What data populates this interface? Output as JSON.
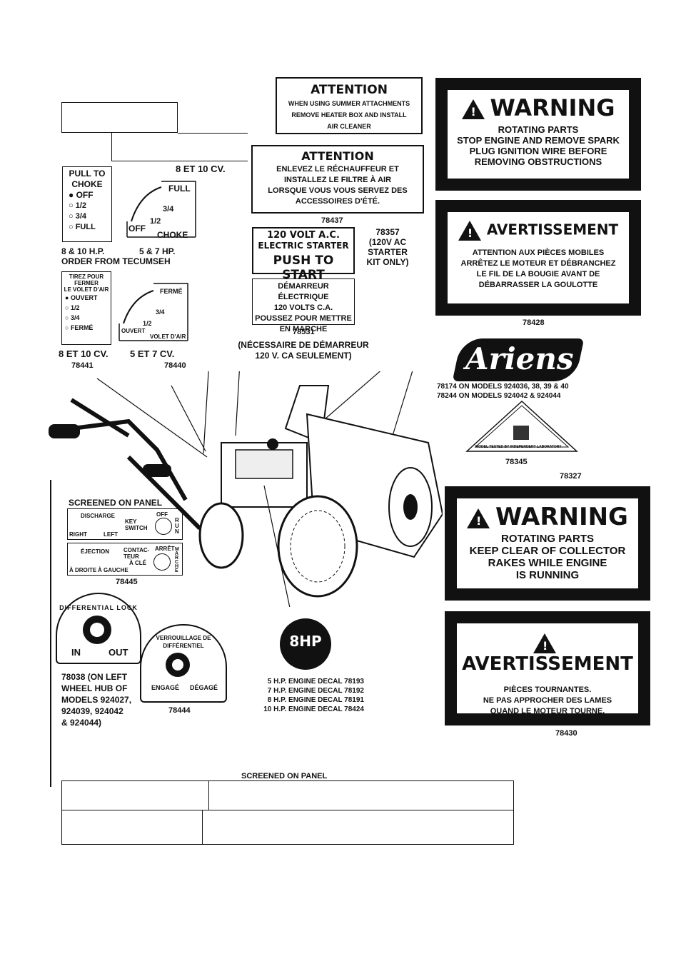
{
  "attention_en": {
    "title": "ATTENTION",
    "lines": [
      "WHEN USING SUMMER ATTACHMENTS",
      "REMOVE HEATER BOX AND INSTALL",
      "AIR CLEANER"
    ]
  },
  "attention_fr": {
    "title": "ATTENTION",
    "lines": [
      "ENLEVEZ LE RÉCHAUFFEUR ET",
      "INSTALLEZ LE FILTRE À AIR",
      "LORSQUE VOUS VOUS SERVEZ DES",
      "ACCESSOIRES D'ÉTÉ."
    ],
    "part": "78437"
  },
  "warning_top": {
    "title": "WARNING",
    "lines": [
      "ROTATING PARTS",
      "STOP ENGINE AND REMOVE SPARK",
      "PLUG IGNITION WIRE BEFORE",
      "REMOVING OBSTRUCTIONS"
    ]
  },
  "avert_top": {
    "title": "AVERTISSEMENT",
    "lines": [
      "ATTENTION AUX PIÈCES MOBILES",
      "ARRÊTEZ LE MOTEUR ET DÉBRANCHEZ",
      "LE FIL DE LA BOUGIE AVANT DE",
      "DÉBARRASSER LA GOULOTTE"
    ],
    "part": "78428"
  },
  "choke_en": {
    "heading": [
      "PULL TO",
      "CHOKE"
    ],
    "positions": [
      "OFF",
      "1/2",
      "3/4",
      "FULL"
    ],
    "caption": "8 & 10 H.P."
  },
  "choke_fr_top": {
    "label": "8 ET 10 CV."
  },
  "choke_small_en": {
    "full": "FULL",
    "three_q": "3/4",
    "half": "1/2",
    "off": "OFF",
    "choke": "CHOKE",
    "caption": "5 & 7 HP."
  },
  "order_note": "ORDER FROM TECUMSEH",
  "choke_fr": {
    "heading": [
      "TIREZ POUR",
      "FERMER",
      "LE VOLET D'AIR"
    ],
    "positions": [
      "OUVERT",
      "1/2",
      "3/4",
      "FERMÉ"
    ],
    "caption": "8 ET 10 CV.",
    "part": "78441"
  },
  "choke_small_fr": {
    "ferme": "FERMÉ",
    "three_q": "3/4",
    "half": "1/2",
    "ouvert": "OUVERT",
    "volet": "VOLET D'AIR",
    "caption": "5 ET 7 CV.",
    "part": "78440"
  },
  "starter_en": {
    "line1": "120 VOLT A.C.",
    "line2": "ELECTRIC STARTER",
    "line3": "PUSH TO START"
  },
  "starter_note": {
    "part": "78357",
    "lines": [
      "(120V AC",
      "STARTER",
      "KIT ONLY)"
    ]
  },
  "starter_fr": {
    "lines": [
      "DÉMARREUR ÉLECTRIQUE",
      "120 VOLTS C.A.",
      "POUSSEZ POUR METTRE",
      "EN MARCHE"
    ],
    "part": "78531",
    "note": [
      "(NÉCESSAIRE DE DÉMARREUR",
      "120 V. CA SEULEMENT)"
    ]
  },
  "ariens": {
    "logo": "Ariens",
    "lines": [
      "78174 ON MODELS 924036, 38, 39 & 40",
      "78244 ON MODELS 924042 & 924044"
    ]
  },
  "triangle": {
    "part": "78345",
    "cert": "MODEL TESTED BY INDEPENDENT LABORATORY"
  },
  "part_78327": "78327",
  "panel": {
    "title": "SCREENED ON PANEL",
    "discharge": "DISCHARGE",
    "right": "RIGHT",
    "left": "LEFT",
    "key_switch": [
      "KEY",
      "SWITCH"
    ],
    "off": "OFF",
    "run": "RUN",
    "ejection": "ÉJECTION",
    "a_droite": "À DROITE",
    "a_gauche": "À GAUCHE",
    "contacteur": [
      "CONTAC-",
      "TEUR",
      "À CLÉ"
    ],
    "arret": "ARRÊT",
    "marche": "MARCHE",
    "part": "78445"
  },
  "warning_bottom": {
    "title": "WARNING",
    "lines": [
      "ROTATING PARTS",
      "KEEP CLEAR OF COLLECTOR",
      "RAKES WHILE ENGINE",
      "IS RUNNING"
    ]
  },
  "avert_bottom": {
    "title": "AVERTISSEMENT",
    "lines": [
      "PIÈCES TOURNANTES.",
      "NE PAS APPROCHER DES LAMES",
      "QUAND LE MOTEUR TOURNE."
    ],
    "part": "78430"
  },
  "diff_lock_en": {
    "arc": "DIFFERENTIAL LOCK",
    "in": "IN",
    "out": "OUT",
    "caption": [
      "78038 (ON LEFT",
      "WHEEL HUB OF",
      "MODELS 924027,",
      "924039, 924042",
      "& 924044)"
    ]
  },
  "diff_lock_fr": {
    "arc": "VERROUILLAGE DE DIFFÉRENTIEL",
    "engage": "ENGAGÉ",
    "degage": "DÉGAGÉ",
    "part": "78444"
  },
  "engine_decal": {
    "badge": "8HP",
    "lines": [
      "5 H.P. ENGINE DECAL 78193",
      "7 H.P. ENGINE DECAL 78192",
      "8 H.P. ENGINE DECAL 78191",
      "10 H.P. ENGINE DECAL 78424"
    ]
  },
  "bottom_label": "SCREENED ON PANEL"
}
